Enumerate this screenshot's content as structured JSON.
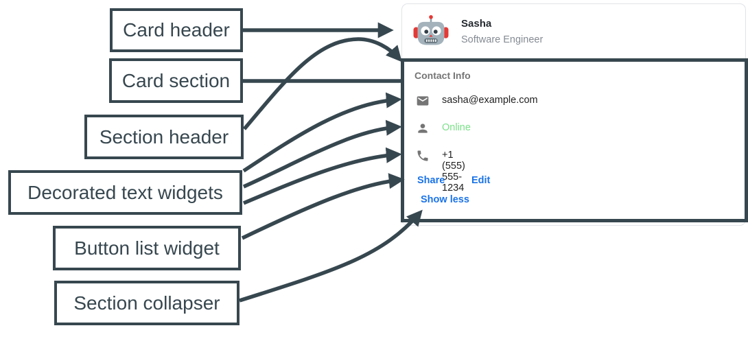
{
  "diagram": {
    "labels": {
      "card_header": "Card header",
      "card_section": "Card section",
      "section_header": "Section header",
      "decorated_text": "Decorated text widgets",
      "button_list": "Button list widget",
      "section_collapser": "Section collapser"
    }
  },
  "card": {
    "header": {
      "name": "Sasha",
      "subtitle": "Software Engineer",
      "avatar": "robot-avatar"
    },
    "section": {
      "title": "Contact Info",
      "rows": [
        {
          "icon": "mail-icon",
          "text": "sasha@example.com"
        },
        {
          "icon": "person-icon",
          "text": "Online"
        },
        {
          "icon": "phone-icon",
          "text": "+1 (555) 555-1234"
        }
      ],
      "buttons": [
        {
          "label": "Share"
        },
        {
          "label": "Edit"
        }
      ],
      "collapser": "Show less"
    }
  },
  "colors": {
    "annotation": "#37474f",
    "card_border": "#e0e3e7",
    "link_blue": "#1a73e8",
    "online_green": "#7ce08a",
    "icon_gray": "#757575",
    "text_dark": "#212121",
    "subtitle_gray": "#858b93"
  }
}
